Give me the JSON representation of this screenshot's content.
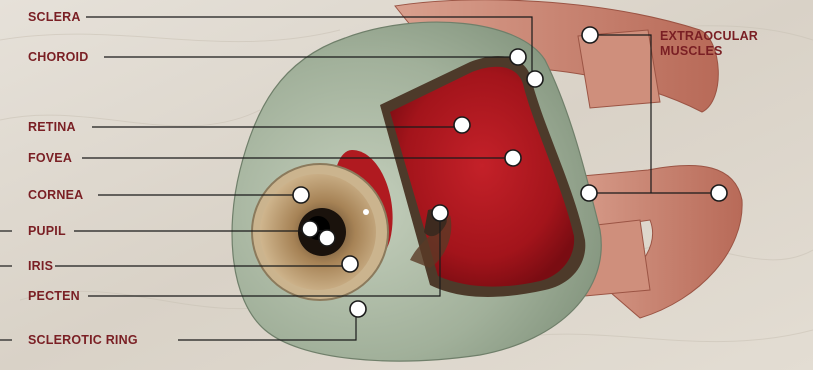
{
  "colors": {
    "label": "#7a1f24",
    "leader": "#1a1a1a",
    "marker_fill": "#ffffff",
    "background": "#dcd6cc",
    "sclera": "#9eae97",
    "interior": "#a3141b",
    "muscle": "#c98470"
  },
  "labels": {
    "sclera": "SCLERA",
    "choroid": "CHOROID",
    "extraocular_muscles_line1": "EXTRAOCULAR",
    "extraocular_muscles_line2": "MUSCLES",
    "retina": "RETINA",
    "fovea": "FOVEA",
    "cornea": "CORNEA",
    "pupil": "PUPIL",
    "iris": "IRIS",
    "pecten": "PECTEN",
    "sclerotic_ring": "SCLEROTIC RING"
  }
}
